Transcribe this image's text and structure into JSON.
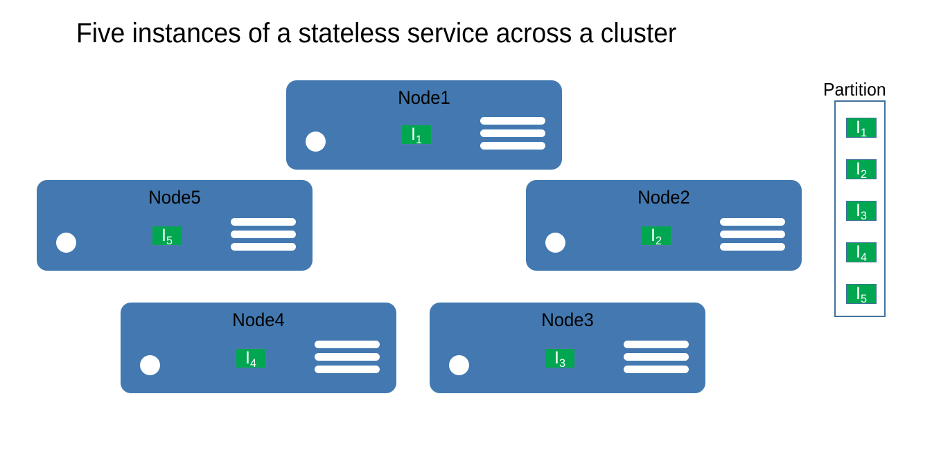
{
  "title": "Five instances of a stateless service across a cluster",
  "colors": {
    "node_fill": "#4379B0",
    "badge_fill": "#00A650",
    "badge_border": "#4C7BAC",
    "partition_border": "#41719C",
    "text": "#000000",
    "badge_text": "#ffffff",
    "background": "#ffffff"
  },
  "nodes": [
    {
      "label": "Node1",
      "instance_letter": "I",
      "instance_index": "1"
    },
    {
      "label": "Node2",
      "instance_letter": "I",
      "instance_index": "2"
    },
    {
      "label": "Node3",
      "instance_letter": "I",
      "instance_index": "3"
    },
    {
      "label": "Node4",
      "instance_letter": "I",
      "instance_index": "4"
    },
    {
      "label": "Node5",
      "instance_letter": "I",
      "instance_index": "5"
    }
  ],
  "partition": {
    "label": "Partition",
    "instances": [
      {
        "instance_letter": "I",
        "instance_index": "1"
      },
      {
        "instance_letter": "I",
        "instance_index": "2"
      },
      {
        "instance_letter": "I",
        "instance_index": "3"
      },
      {
        "instance_letter": "I",
        "instance_index": "4"
      },
      {
        "instance_letter": "I",
        "instance_index": "5"
      }
    ]
  }
}
